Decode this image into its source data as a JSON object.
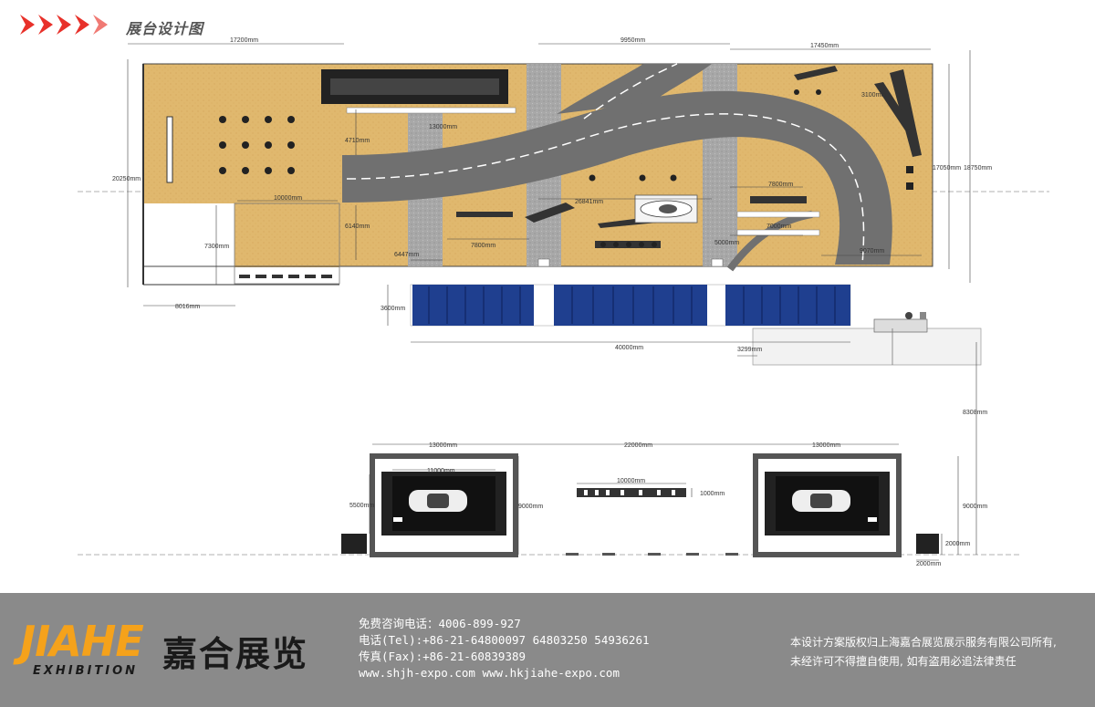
{
  "header": {
    "title": "展台设计图",
    "accent_color": "#e8312a"
  },
  "plan": {
    "colors": {
      "floor": "#e0b86e",
      "road": "#707070",
      "gravel": "#a8a8a8",
      "banner": "#1f3f8f",
      "frame": "#555555"
    },
    "dimensions": {
      "top_left_width": "17200mm",
      "top_mid_width": "9950mm",
      "top_right_width": "17450mm",
      "left_depth": "20250mm",
      "lower_left_width": "10000mm",
      "lower_left_depth": "7300mm",
      "bottom_left_width": "8016mm",
      "inner_road_width": "13000mm",
      "inner_upper_depth": "4710mm",
      "inner_lower_depth": "6140mm",
      "left_inner_width": "6447mm",
      "mid_inner_width": "7800mm",
      "diagonal": "26841mm",
      "right_inner_width": "7800mm",
      "right_inner_width_2": "7000mm",
      "right_inner_depth": "5000mm",
      "right_corner": "9070mm",
      "top_right_corner": "3100mm",
      "right_depth_inner": "17050mm",
      "right_depth_outer": "18750mm",
      "banner_depth": "3600mm",
      "total_width": "40000mm",
      "annex_width": "3299mm",
      "gap_depth": "8308mm"
    },
    "elevation": {
      "left_frame_width": "13000mm",
      "center_gap": "22000mm",
      "right_frame_width": "13000mm",
      "screen_width": "11000mm",
      "screen_height": "5500mm",
      "frame_height_left": "9000mm",
      "frame_height_right": "9000mm",
      "bar_width": "10000mm",
      "bar_height": "1000mm",
      "box_height": "2000mm",
      "box_width": "2000mm"
    }
  },
  "footer": {
    "logo_latin": "JIAHE",
    "logo_sub": "EXHIBITION",
    "logo_cn": "嘉合展览",
    "hotline": "免费咨询电话：4006-899-927",
    "tel": "电话(Tel):+86-21-64800097 64803250 54936261",
    "fax": "传真(Fax):+86-21-60839389",
    "web": "www.shjh-expo.com  www.hkjiahe-expo.com",
    "copyright_1": "本设计方案版权归上海嘉合展览展示服务有限公司所有,",
    "copyright_2": "未经许可不得擅自使用, 如有盗用必追法律责任"
  }
}
